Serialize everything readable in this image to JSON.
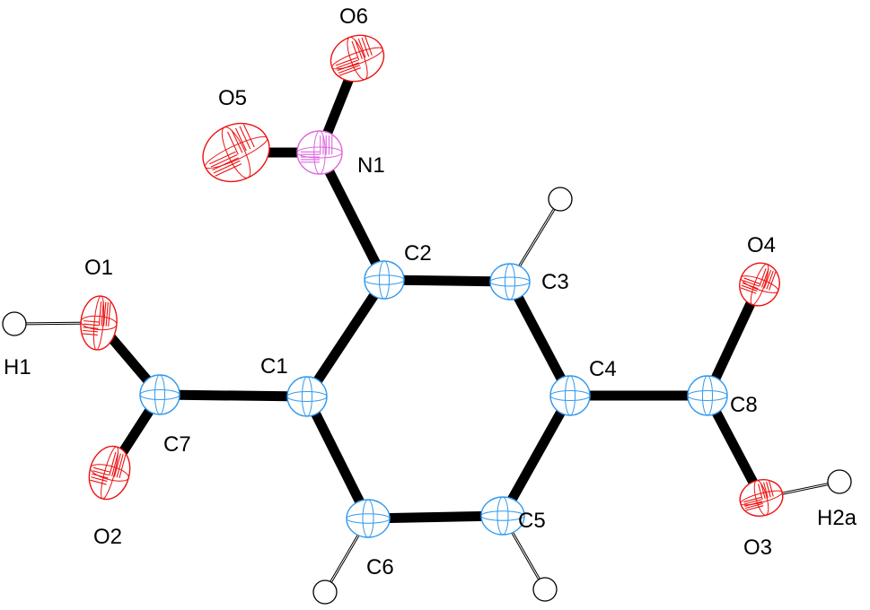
{
  "colors": {
    "oxygen": "#ee1111",
    "carbon": "#3399ee",
    "nitrogen": "#dd66dd",
    "hydrogen": "#000000",
    "bond": "#000000"
  },
  "atoms": [
    {
      "id": "O6",
      "element": "oxygen"
    },
    {
      "id": "O5",
      "element": "oxygen"
    },
    {
      "id": "N1",
      "element": "nitrogen"
    },
    {
      "id": "C2",
      "element": "carbon"
    },
    {
      "id": "C3",
      "element": "carbon"
    },
    {
      "id": "O4",
      "element": "oxygen"
    },
    {
      "id": "O1",
      "element": "oxygen"
    },
    {
      "id": "H1",
      "element": "hydrogen"
    },
    {
      "id": "C1",
      "element": "carbon"
    },
    {
      "id": "C4",
      "element": "carbon"
    },
    {
      "id": "C8",
      "element": "carbon"
    },
    {
      "id": "C7",
      "element": "carbon"
    },
    {
      "id": "O2",
      "element": "oxygen"
    },
    {
      "id": "C6",
      "element": "carbon"
    },
    {
      "id": "C5",
      "element": "carbon"
    },
    {
      "id": "O3",
      "element": "oxygen"
    },
    {
      "id": "H2a",
      "element": "hydrogen"
    }
  ],
  "unlabeled_hydrogens": [
    "H3",
    "H6",
    "H5"
  ],
  "bonds": [
    [
      "N1",
      "O6"
    ],
    [
      "N1",
      "O5"
    ],
    [
      "N1",
      "C2"
    ],
    [
      "C2",
      "C3"
    ],
    [
      "C2",
      "C1"
    ],
    [
      "C3",
      "C4"
    ],
    [
      "C4",
      "C5"
    ],
    [
      "C5",
      "C6"
    ],
    [
      "C6",
      "C1"
    ],
    [
      "C1",
      "C7"
    ],
    [
      "C7",
      "O1"
    ],
    [
      "C7",
      "O2"
    ],
    [
      "C4",
      "C8"
    ],
    [
      "C8",
      "O4"
    ],
    [
      "C8",
      "O3"
    ]
  ],
  "h_bonds": [
    [
      "O1",
      "H1"
    ],
    [
      "O3",
      "H2a"
    ],
    [
      "C3",
      "H3"
    ],
    [
      "C6",
      "H6"
    ],
    [
      "C5",
      "H5"
    ]
  ]
}
